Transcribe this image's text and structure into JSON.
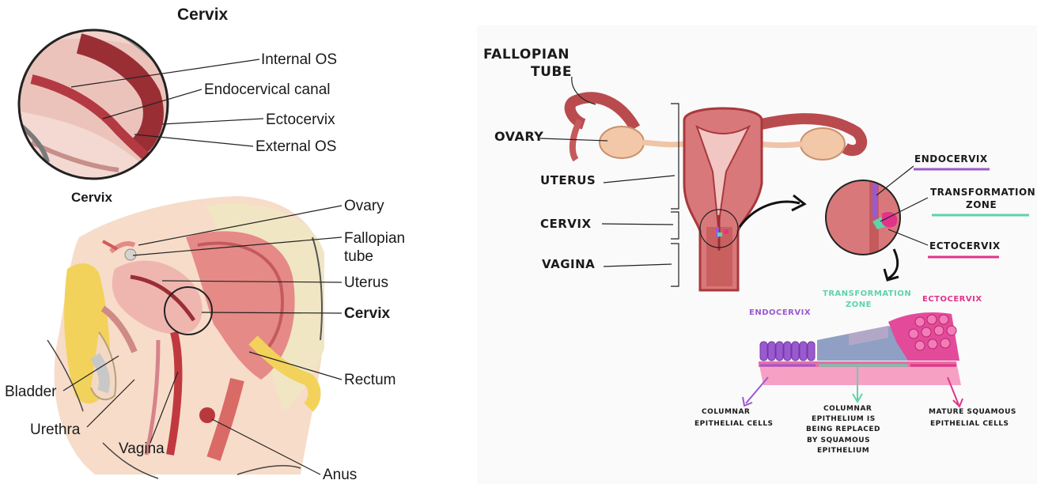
{
  "left": {
    "title": "Cervix",
    "inset_caption": "Cervix",
    "inset_labels": {
      "internal_os": "Internal OS",
      "endocervical_canal": "Endocervical canal",
      "ectocervix": "Ectocervix",
      "external_os": "External OS"
    },
    "anatomy_labels": {
      "ovary": "Ovary",
      "fallopian_line1": "Fallopian",
      "fallopian_line2": "tube",
      "uterus": "Uterus",
      "cervix": "Cervix",
      "rectum": "Rectum",
      "bladder": "Bladder",
      "urethra": "Urethra",
      "vagina": "Vagina",
      "anus": "Anus"
    }
  },
  "right": {
    "labels": {
      "fallopian_line1": "FALLOPIAN",
      "fallopian_line2": "TUBE",
      "ovary": "OVARY",
      "uterus": "UTERUS",
      "cervix": "CERVIX",
      "vagina": "VAGINA",
      "endocervix": "ENDOCERVIX",
      "transformation_line1": "TRANSFORMATION",
      "transformation_line2": "ZONE",
      "ectocervix": "ECTOCERVIX"
    },
    "epithelium": {
      "endocervix": "ENDOCERVIX",
      "tz_line1": "TRANSFORMATION",
      "tz_line2": "ZONE",
      "ectocervix": "ECTOCERVIX",
      "columnar_line1": "COLUMNAR",
      "columnar_line2": "EPITHELIAL CELLS",
      "replacing": [
        "COLUMNAR",
        "EPITHELIUM IS",
        "BEING REPLACED",
        "BY SQUAMOUS",
        "EPITHELIUM"
      ],
      "mature_line1": "MATURE SQUAMOUS",
      "mature_line2": "EPITHELIAL CELLS"
    },
    "colors": {
      "endocervix": "#9b59d0",
      "transformation": "#5fd3a8",
      "ectocervix": "#e0348a",
      "tissue": "#d9787a",
      "tissue_dark": "#a8393c"
    }
  }
}
